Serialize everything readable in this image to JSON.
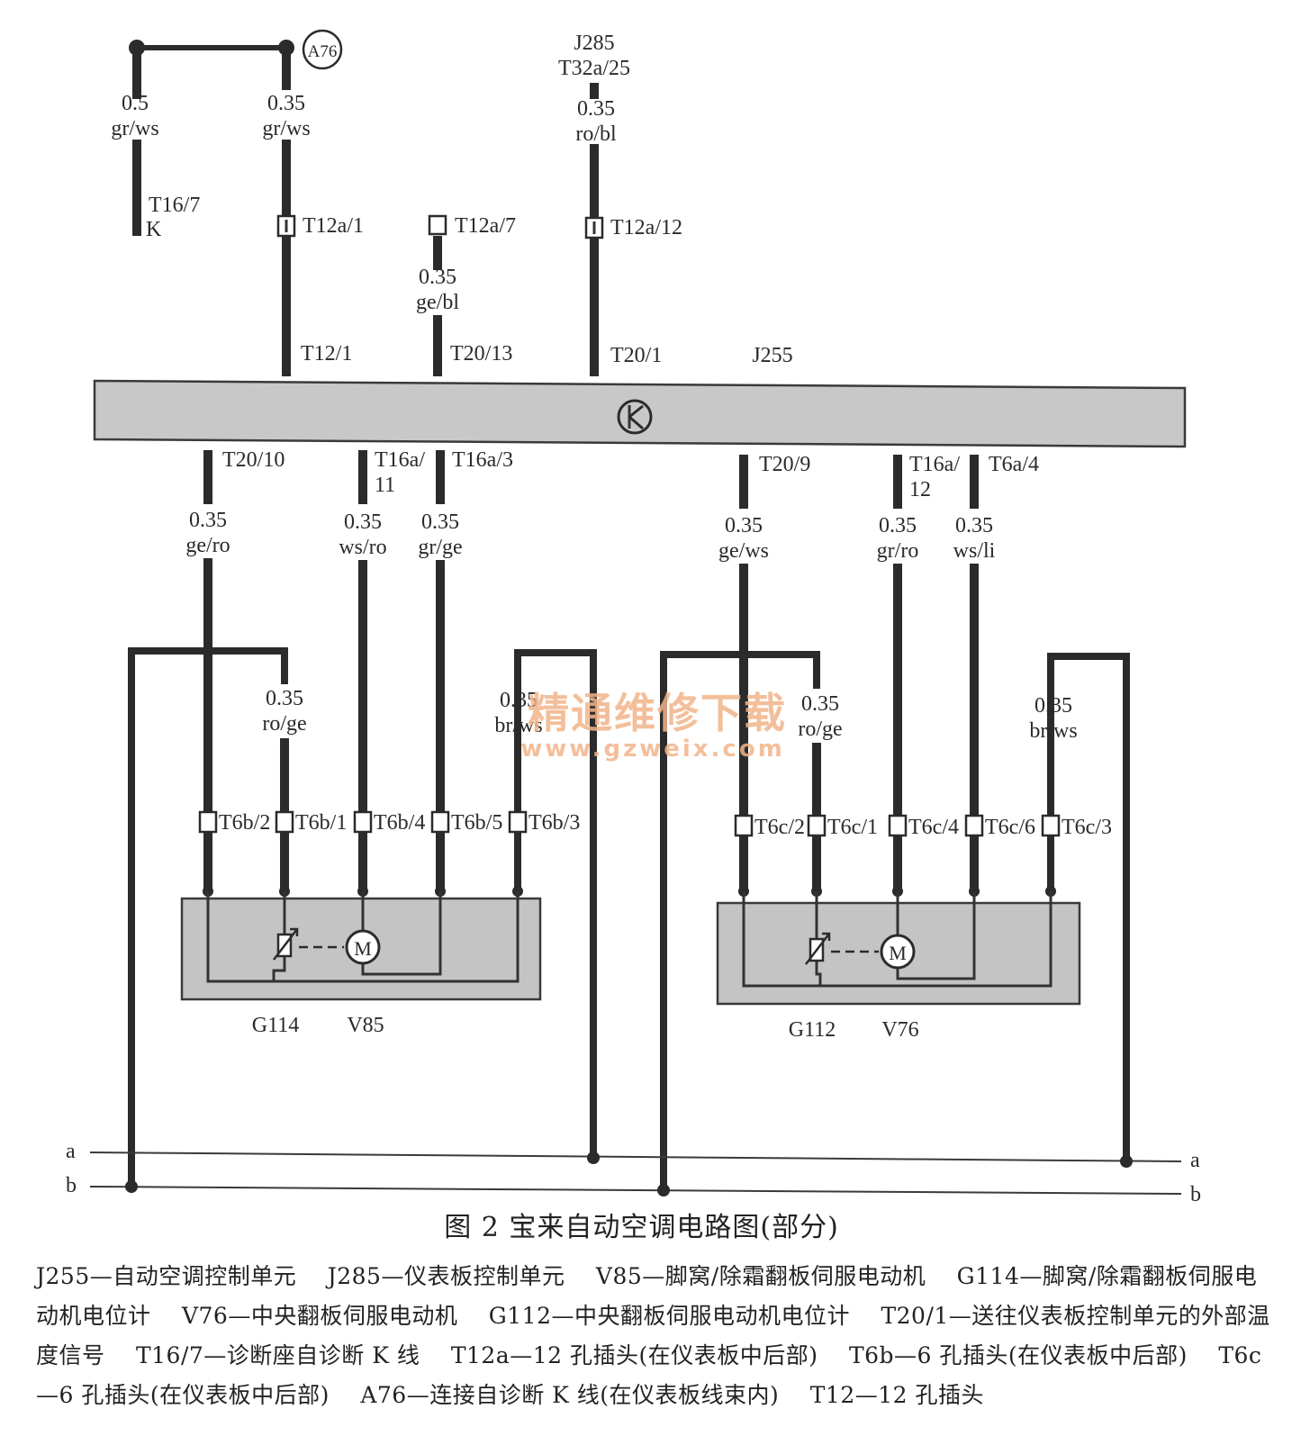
{
  "diagram": {
    "control_unit": {
      "label": "J255"
    },
    "top_connector": {
      "label": "A76"
    },
    "source": {
      "line1": "J285",
      "line2": "T32a/25"
    },
    "top_wires": [
      {
        "size": "0.5",
        "color": "gr/ws",
        "bottom": "T16/7",
        "bottom2": "K"
      },
      {
        "size": "0.35",
        "color": "gr/ws",
        "pin": "T12a/1",
        "jpin": "T12/1"
      },
      {
        "size": "0.35",
        "color": "ge/bl",
        "pin": "T12a/7",
        "jpin": "T20/13"
      },
      {
        "size": "0.35",
        "color": "ro/bl",
        "pin": "T12a/12",
        "jpin": "T20/1"
      }
    ],
    "bottom_pins": [
      {
        "pin": "T20/10",
        "size": "0.35",
        "color": "ge/ro"
      },
      {
        "pin": "T16a/",
        "pin2": "11",
        "size": "0.35",
        "color": "ws/ro"
      },
      {
        "pin": "T16a/3",
        "size": "0.35",
        "color": "gr/ge"
      },
      {
        "pin": "T20/9",
        "size": "0.35",
        "color": "ge/ws"
      },
      {
        "pin": "T16a/",
        "pin2": "12",
        "size": "0.35",
        "color": "gr/ro"
      },
      {
        "pin": "T6a/4",
        "size": "0.35",
        "color": "ws/li"
      }
    ],
    "left_group": {
      "wire_a": {
        "size": "0.35",
        "color": "ro/ge"
      },
      "wire_b": {
        "size": "0.35",
        "color": "br/ws"
      },
      "pins": [
        "T6b/2",
        "T6b/1",
        "T6b/4",
        "T6b/5",
        "T6b/3"
      ],
      "components": [
        "G114",
        "V85"
      ]
    },
    "right_group": {
      "wire_a": {
        "size": "0.35",
        "color": "ro/ge"
      },
      "wire_b": {
        "size": "0.35",
        "color": "br/ws"
      },
      "pins": [
        "T6c/2",
        "T6c/1",
        "T6c/4",
        "T6c/6",
        "T6c/3"
      ],
      "components": [
        "G112",
        "V76"
      ]
    },
    "motor_symbol": "M",
    "bus_lines": {
      "a": "a",
      "b": "b"
    },
    "watermark": {
      "line1": "精通维修下载",
      "line2": "www.gzweix.com"
    }
  },
  "caption": {
    "title": "图 2  宝来自动空调电路图(部分)",
    "legend": [
      "J255—自动空调控制单元",
      "J285—仪表板控制单元",
      "V85—脚窝/除霜翻板伺服电动机",
      "G114—脚窝/除霜翻板伺服电动机电位计",
      "V76—中央翻板伺服电动机",
      "G112—中央翻板伺服电动机电位计",
      "T20/1—送往仪表板控制单元的外部温度信号",
      "T16/7—诊断座自诊断 K 线",
      "T12a—12 孔插头(在仪表板中后部)",
      "T6b—6 孔插头(在仪表板中后部)",
      "T6c—6 孔插头(在仪表板中后部)",
      "A76—连接自诊断 K 线(在仪表板线束内)",
      "T12—12 孔插头"
    ]
  }
}
